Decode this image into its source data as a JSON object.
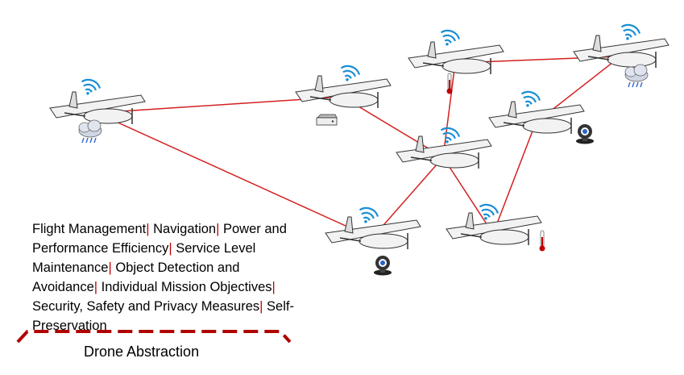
{
  "capabilities": [
    "Flight Management",
    "Navigation",
    "Power and Performance Efficiency",
    "Service Level Maintenance",
    "Object Detection and Avoidance",
    "Individual Mission Objectives",
    "Security, Safety and Privacy Measures",
    "Self-Preservation"
  ],
  "separator": "|",
  "footer_label": "Drone Abstraction",
  "colors": {
    "link_line": "#d42020",
    "separator": "#c00000",
    "dashed_bracket": "#b00000",
    "wifi": "#1a8fd6",
    "drone_body": "#f2f2f2",
    "drone_outline": "#333333"
  },
  "drones": [
    {
      "id": "d1",
      "payload": "rain-cloud-icon"
    },
    {
      "id": "d2",
      "payload": "storage-device-icon"
    },
    {
      "id": "d3",
      "payload": "thermometer-icon"
    },
    {
      "id": "d4",
      "payload": "rain-cloud-icon"
    },
    {
      "id": "d5",
      "payload": "camera-icon"
    },
    {
      "id": "d6",
      "payload": "none"
    },
    {
      "id": "d7",
      "payload": "camera-icon"
    },
    {
      "id": "d8",
      "payload": "thermometer-icon"
    }
  ],
  "links": [
    [
      "d1",
      "d2"
    ],
    [
      "d1",
      "d7"
    ],
    [
      "d2",
      "d6"
    ],
    [
      "d3",
      "d4"
    ],
    [
      "d3",
      "d6"
    ],
    [
      "d4",
      "d5"
    ],
    [
      "d5",
      "d8"
    ],
    [
      "d6",
      "d7"
    ],
    [
      "d6",
      "d8"
    ]
  ]
}
